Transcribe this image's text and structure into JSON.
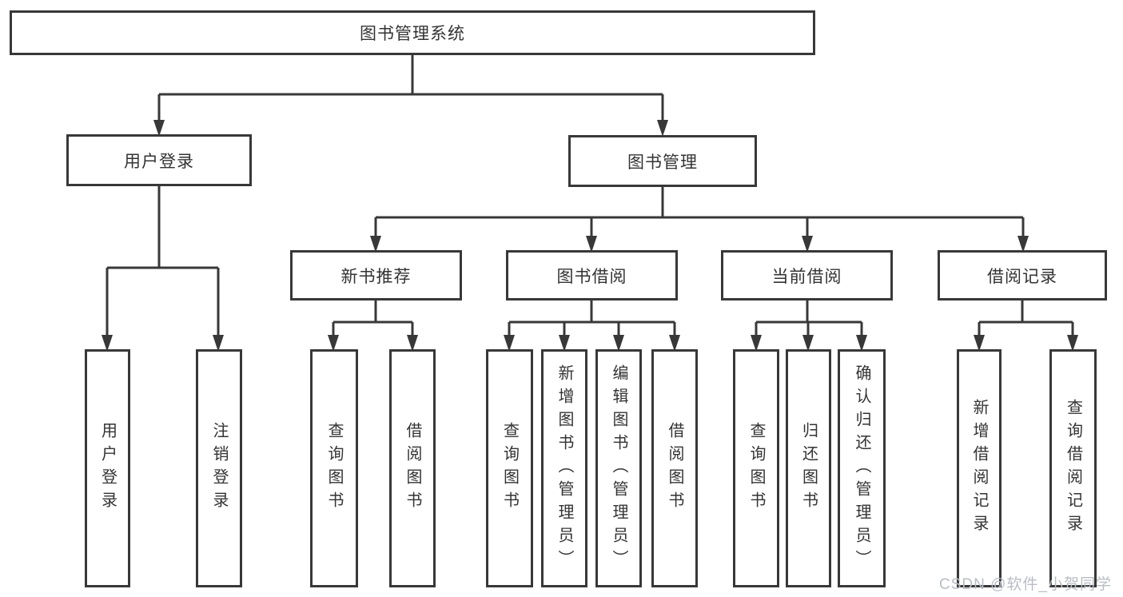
{
  "diagram_title": "图书管理系统",
  "colors": {
    "line": "#383838",
    "text": "#333333",
    "background": "#ffffff",
    "watermark": "#b9bdc4"
  },
  "nodes": {
    "root": {
      "label": "图书管理系统"
    },
    "level2": [
      {
        "label": "用户登录"
      },
      {
        "label": "图书管理"
      }
    ],
    "level3": [
      {
        "label": "新书推荐",
        "parent": "图书管理"
      },
      {
        "label": "图书借阅",
        "parent": "图书管理"
      },
      {
        "label": "当前借阅",
        "parent": "图书管理"
      },
      {
        "label": "借阅记录",
        "parent": "图书管理"
      }
    ],
    "leaves": [
      {
        "label": "用户登录",
        "parent": "用户登录"
      },
      {
        "label": "注销登录",
        "parent": "用户登录"
      },
      {
        "label": "查询图书",
        "parent": "新书推荐"
      },
      {
        "label": "借阅图书",
        "parent": "新书推荐"
      },
      {
        "label": "查询图书",
        "parent": "图书借阅"
      },
      {
        "label": "新增图书（管理员）",
        "parent": "图书借阅"
      },
      {
        "label": "编辑图书（管理员）",
        "parent": "图书借阅"
      },
      {
        "label": "借阅图书",
        "parent": "图书借阅"
      },
      {
        "label": "查询图书",
        "parent": "当前借阅"
      },
      {
        "label": "归还图书",
        "parent": "当前借阅"
      },
      {
        "label": "确认归还（管理员）",
        "parent": "当前借阅"
      },
      {
        "label": "新增借阅记录",
        "parent": "借阅记录"
      },
      {
        "label": "查询借阅记录",
        "parent": "借阅记录"
      }
    ]
  },
  "watermark": {
    "text": "CSDN @软件_小贺同学"
  }
}
